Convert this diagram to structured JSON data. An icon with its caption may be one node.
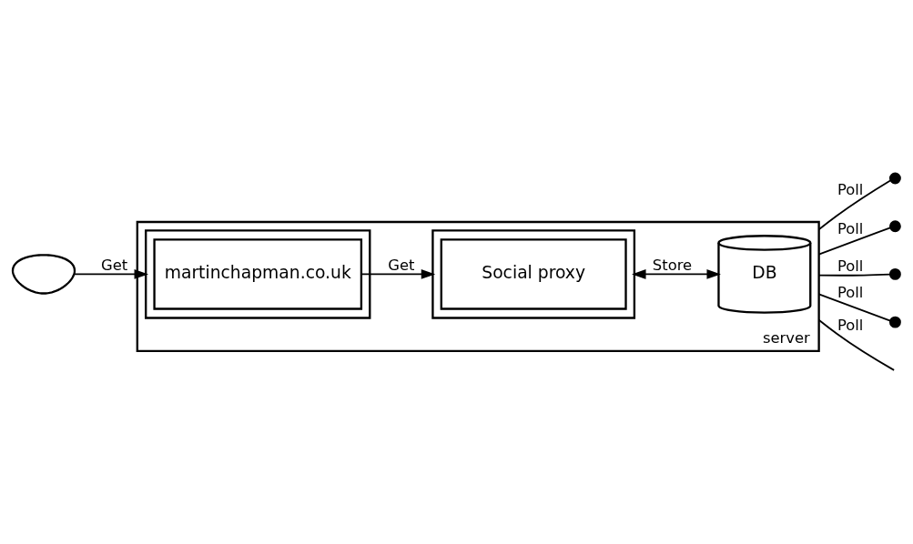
{
  "diagram": {
    "nodes": [
      {
        "text": [],
        "shape": "person"
      },
      {
        "text": [
          "server"
        ]
      },
      {
        "text": [],
        "shape": "box",
        "in": 1
      },
      {
        "text": [
          "martinchapman.co.uk"
        ],
        "in": 2
      },
      {
        "text": [],
        "shape": "box",
        "in": 1
      },
      {
        "text": [
          "Social proxy"
        ],
        "in": 4
      },
      {
        "text": [
          "DB"
        ],
        "in": 1
      },
      {
        "text": [],
        "shape": "circle"
      },
      {
        "text": [],
        "shape": "circle"
      },
      {
        "text": [],
        "shape": "circle"
      },
      {
        "text": [],
        "shape": "circle"
      }
    ],
    "edges": [
      {
        "from": 0,
        "to": 2,
        "arrow": "to",
        "label": "Get"
      },
      {
        "from": 3,
        "to": 4,
        "arrow": "to",
        "label": "Get"
      },
      {
        "from": 4,
        "to": 6,
        "arrow": "both",
        "label": "Store"
      },
      {
        "from": 1,
        "to": null,
        "arrow": "none",
        "label": "Poll"
      },
      {
        "from": 1,
        "to": 7,
        "arrow": "none",
        "label": "Poll"
      },
      {
        "from": 1,
        "to": 8,
        "arrow": "none",
        "label": "Poll"
      },
      {
        "from": 1,
        "to": 9,
        "arrow": "none",
        "label": "Poll"
      },
      {
        "from": 1,
        "to": 10,
        "arrow": "none",
        "label": "Poll"
      }
    ]
  }
}
